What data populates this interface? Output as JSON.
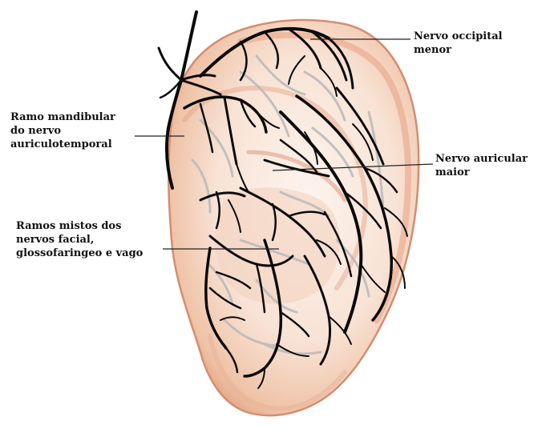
{
  "labels": {
    "lesser_occipital": [
      "Nervo occipital",
      "menor"
    ],
    "mandibular_branch": [
      "Ramo mandibular",
      "do nervo",
      "auriculotemporal"
    ],
    "great_auricular": [
      "Nervo auricular",
      "maior"
    ],
    "mixed_branches": [
      "Ramos mistos dos",
      "nervos facial,",
      "glossofaringeo e vago"
    ]
  },
  "colors": {
    "skin_light": "#fbeee6",
    "skin_mid": "#f1c9b0",
    "skin_shadow": "#d9876a",
    "nerve": "#0a0a0a",
    "vessel": "#b9b9b9",
    "leader": "#222222"
  }
}
